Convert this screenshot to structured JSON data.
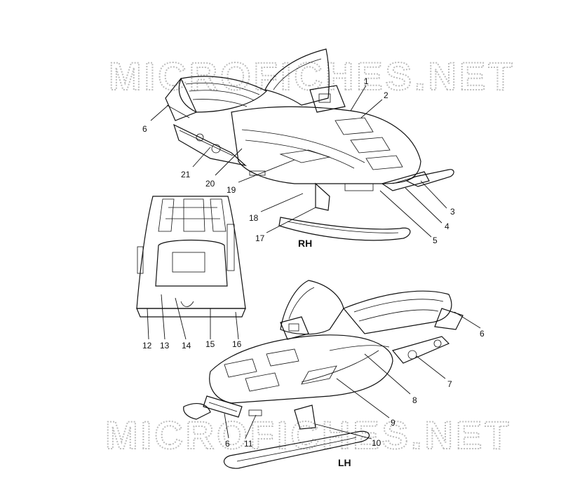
{
  "watermark": {
    "text": "MICROFICHES.NET"
  },
  "views": {
    "rh": "RH",
    "lh": "LH"
  },
  "callouts": {
    "c1": "1",
    "c2": "2",
    "c3": "3",
    "c4": "4",
    "c5": "5",
    "c6a": "6",
    "c6b": "6",
    "c6c": "6",
    "c7": "7",
    "c8": "8",
    "c9": "9",
    "c10": "10",
    "c11": "11",
    "c12": "12",
    "c13": "13",
    "c14": "14",
    "c15": "15",
    "c16": "16",
    "c17": "17",
    "c18": "18",
    "c19": "19",
    "c20": "20",
    "c21": "21"
  },
  "colors": {
    "ink": "#111111",
    "watermark": "#bdbdbd",
    "background": "#ffffff"
  }
}
